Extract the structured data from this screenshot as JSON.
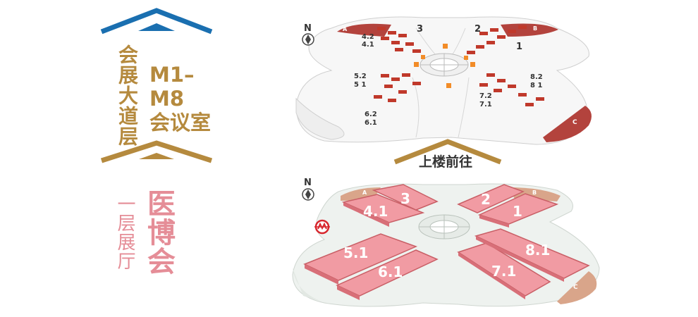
{
  "colors": {
    "blue": "#1a6fb0",
    "gold": "#b58a3e",
    "pink_text": "#e58d97",
    "dark_red": "#b3433d",
    "hall_pink": "#f19ba3",
    "hall_pink_dark": "#c95f66",
    "tan": "#d9a58a",
    "orange": "#f28c28",
    "ground": "#eef2ef"
  },
  "upper_level": {
    "vertical_label": "会展大道层",
    "title_line1": "M1–M8",
    "title_line2": "会议室",
    "compass": "N",
    "hall_numbers": [
      "3",
      "2",
      "1",
      "4.2",
      "4.1",
      "5.2",
      "5 1",
      "6.2",
      "6.1",
      "7.2",
      "7.1",
      "8.2",
      "8 1"
    ],
    "zones": [
      "A",
      "B",
      "C"
    ]
  },
  "go_upstairs": "上楼前往",
  "lower_level": {
    "vertical_label": "一层展厅",
    "title": "医博会",
    "compass": "N",
    "halls": [
      "4.1",
      "3",
      "2",
      "1",
      "5.1",
      "6.1",
      "7.1",
      "8.1"
    ],
    "zones": [
      "A",
      "B",
      "C"
    ],
    "metro_icon": "metro-icon"
  }
}
